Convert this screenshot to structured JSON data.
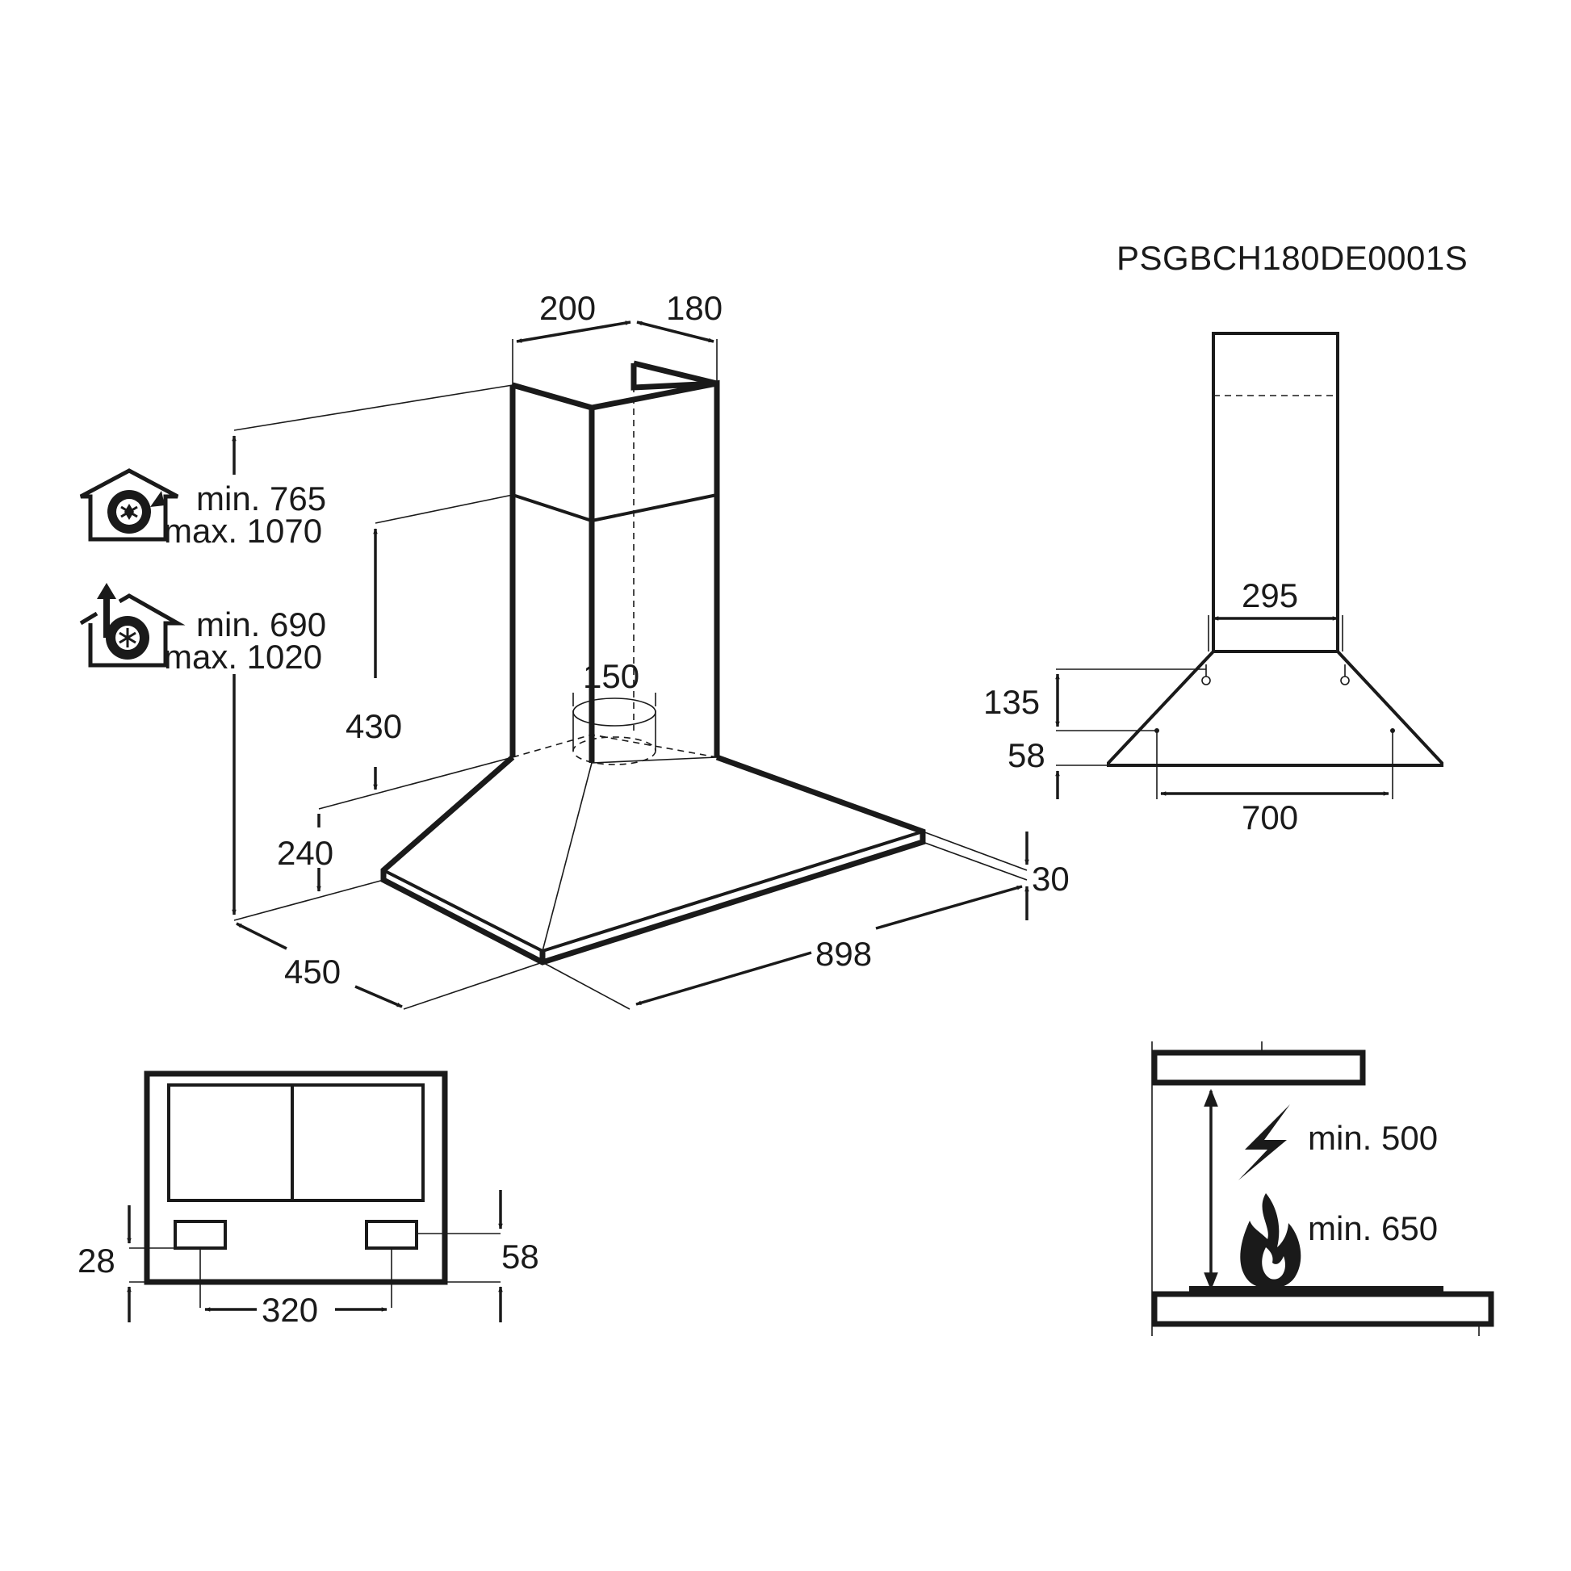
{
  "product_code": "PSGBCH180DE0001S",
  "main_view": {
    "chimney_width": "200",
    "chimney_depth": "180",
    "extraction_height": {
      "min": "min. 765",
      "max": "max. 1070"
    },
    "recirculation_height": {
      "min": "min. 690",
      "max": "max. 1020"
    },
    "chimney_lower_height": "430",
    "outlet_diameter": "150",
    "canopy_height": "240",
    "canopy_depth": "450",
    "canopy_width": "898",
    "edge_thickness": "30",
    "icons": {
      "extraction_mode": "house-with-circulating-fan-icon",
      "recirculation_mode": "house-with-fan-and-up-arrow-icon"
    }
  },
  "side_view": {
    "bracket_width": "295",
    "bracket_height": "135",
    "hole_offset": "58",
    "hole_spacing": "700"
  },
  "bottom_view": {
    "left_offset": "28",
    "right_offset": "58",
    "lamp_spacing": "320"
  },
  "clearance_view": {
    "electric": "min. 500",
    "gas": "min. 650",
    "icons": {
      "electric": "lightning-bolt-icon",
      "gas": "flame-icon"
    }
  }
}
